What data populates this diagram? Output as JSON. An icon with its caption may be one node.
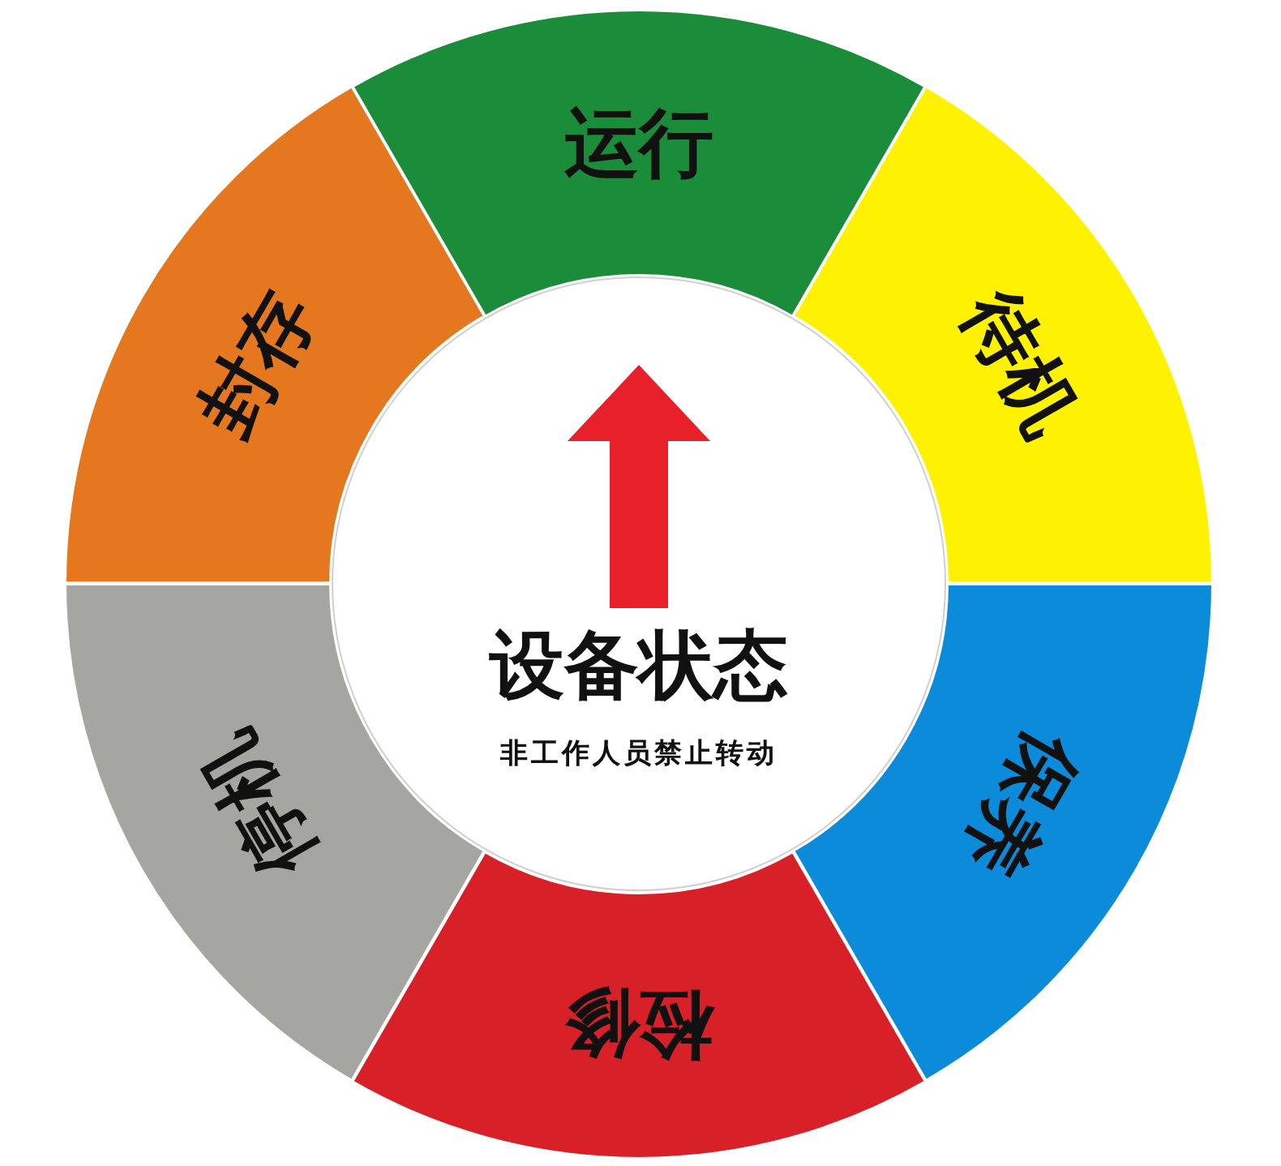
{
  "diagram": {
    "nodes": [
      {
        "text": [
          "运行"
        ]
      },
      {
        "text": [
          "待机"
        ]
      },
      {
        "text": [
          "保养"
        ]
      },
      {
        "text": [
          "检修"
        ]
      },
      {
        "text": [
          "停机"
        ]
      },
      {
        "text": [
          "封存"
        ]
      },
      {
        "text": [
          "设备状态",
          "非工作人员禁止转动"
        ]
      }
    ]
  }
}
